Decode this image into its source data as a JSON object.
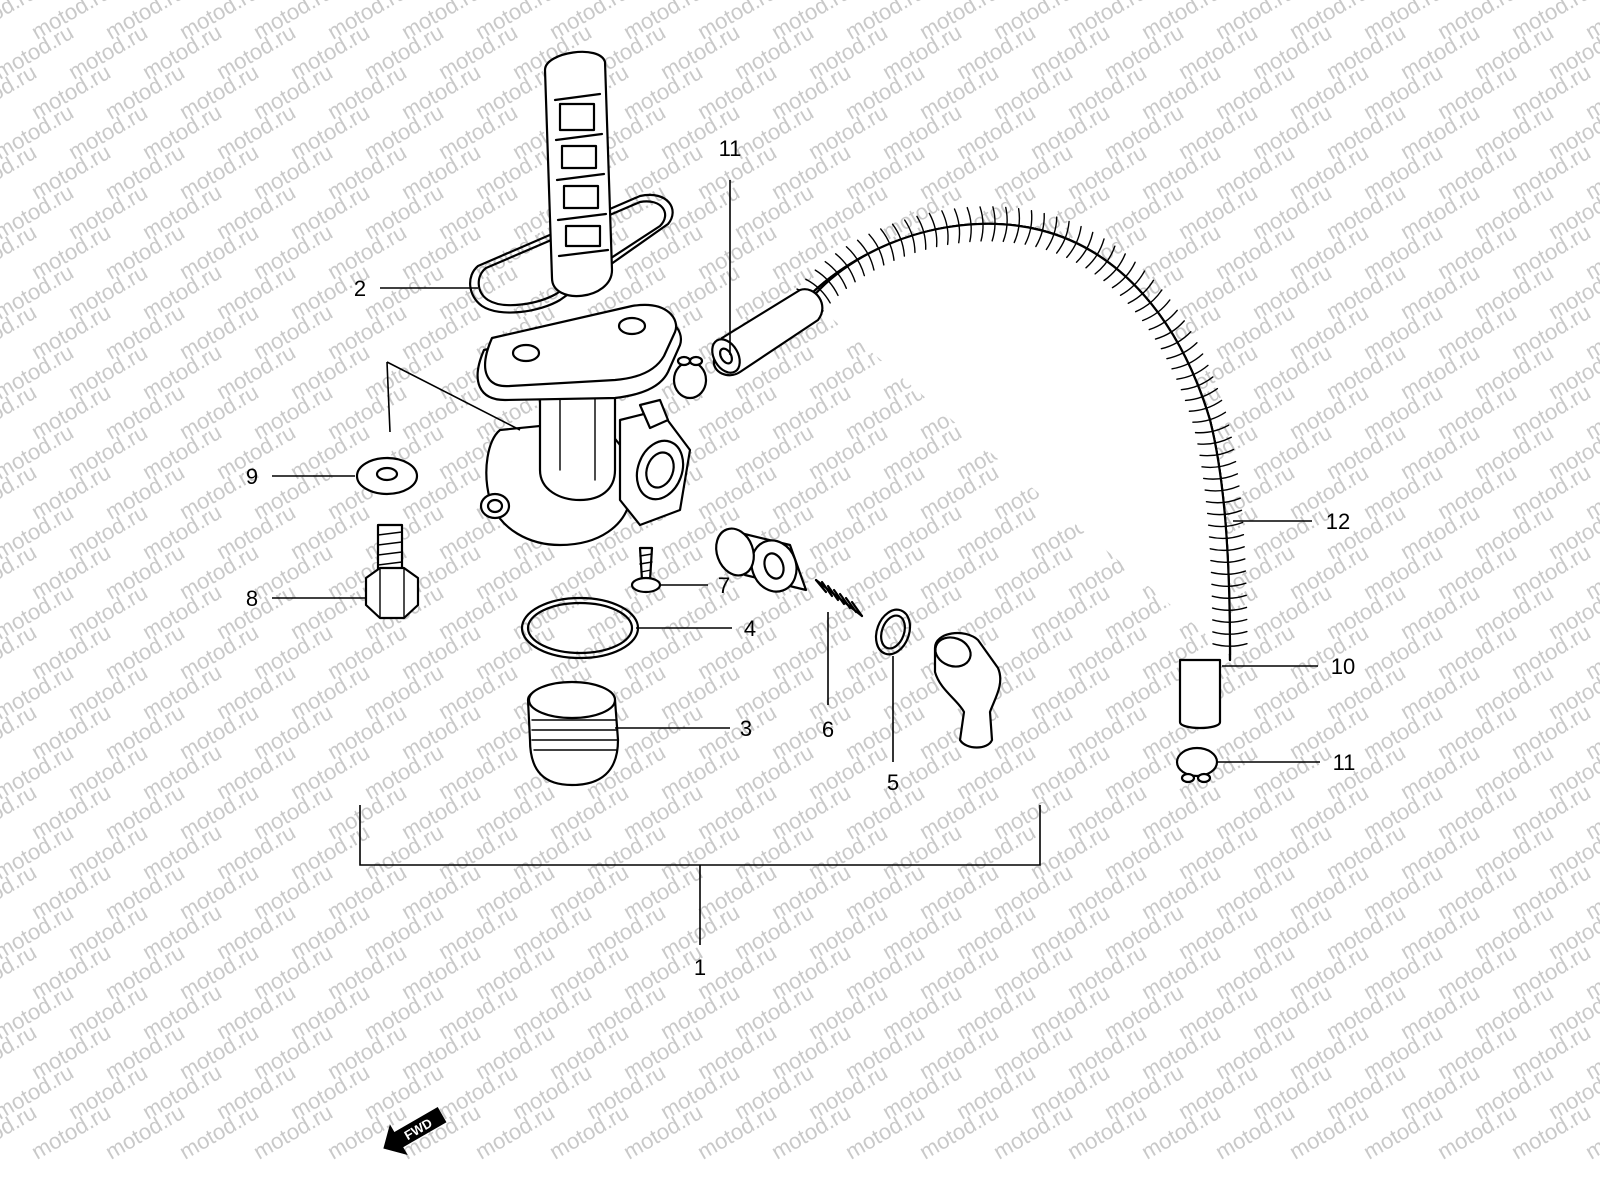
{
  "watermark": {
    "text": "motod.ru"
  },
  "callouts": [
    {
      "id": "1",
      "label": "1"
    },
    {
      "id": "2",
      "label": "2"
    },
    {
      "id": "3",
      "label": "3"
    },
    {
      "id": "4",
      "label": "4"
    },
    {
      "id": "5",
      "label": "5"
    },
    {
      "id": "6",
      "label": "6"
    },
    {
      "id": "7",
      "label": "7"
    },
    {
      "id": "8",
      "label": "8"
    },
    {
      "id": "9",
      "label": "9"
    },
    {
      "id": "10",
      "label": "10"
    },
    {
      "id": "11a",
      "label": "11"
    },
    {
      "id": "11b",
      "label": "11"
    },
    {
      "id": "12",
      "label": "12"
    }
  ],
  "fwd": {
    "label": "FWD"
  }
}
